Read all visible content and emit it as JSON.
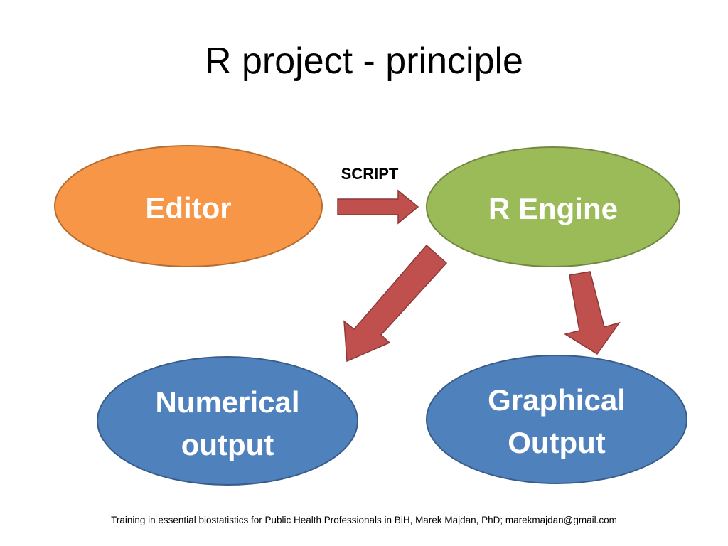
{
  "title": "R project - principle",
  "nodes": {
    "editor": {
      "label": "Editor",
      "fill": "#f79646",
      "stroke": "#b66d31"
    },
    "r_engine": {
      "label": "R Engine",
      "fill": "#9bbb59",
      "stroke": "#71893f"
    },
    "numerical_output": {
      "label_line1": "Numerical",
      "label_line2": "output",
      "fill": "#4f81bd",
      "stroke": "#385d8a"
    },
    "graphical_output": {
      "label_line1": "Graphical",
      "label_line2": "Output",
      "fill": "#4f81bd",
      "stroke": "#385d8a"
    }
  },
  "edges": {
    "script_label": "SCRIPT",
    "arrow_fill": "#c0504d",
    "arrow_stroke": "#8c3836"
  },
  "footer": "Training in essential biostatistics for Public Health Professionals in BiH, Marek Majdan, PhD; marekmajdan@gmail.com"
}
